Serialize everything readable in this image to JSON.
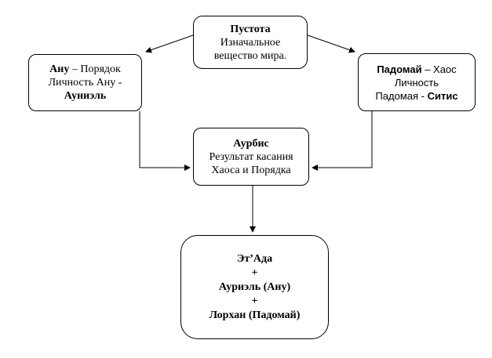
{
  "nodes": {
    "void": {
      "title": "Пустота",
      "line2": "Изначальное",
      "line3": "вещество мира."
    },
    "anu": {
      "name": "Ану",
      "role": " – Порядок",
      "line2": "Личность Ану -",
      "persona": "Ауниэль"
    },
    "padomay": {
      "name": "Падомай",
      "role": " – Хаос",
      "line2": "Личность",
      "line3_prefix": "Падомая - ",
      "persona": "Ситис"
    },
    "aurbis": {
      "title": "Аурбис",
      "line2": "Результат касания",
      "line3": "Хаоса и Порядка"
    },
    "etada": {
      "line1": "Эт’Ада",
      "plus1": "+",
      "line3": "Ауриэль (Ану)",
      "plus2": "+",
      "line5": "Лорхан (Падомай)"
    }
  },
  "colors": {
    "stroke": "#000000",
    "fill": "#ffffff"
  }
}
